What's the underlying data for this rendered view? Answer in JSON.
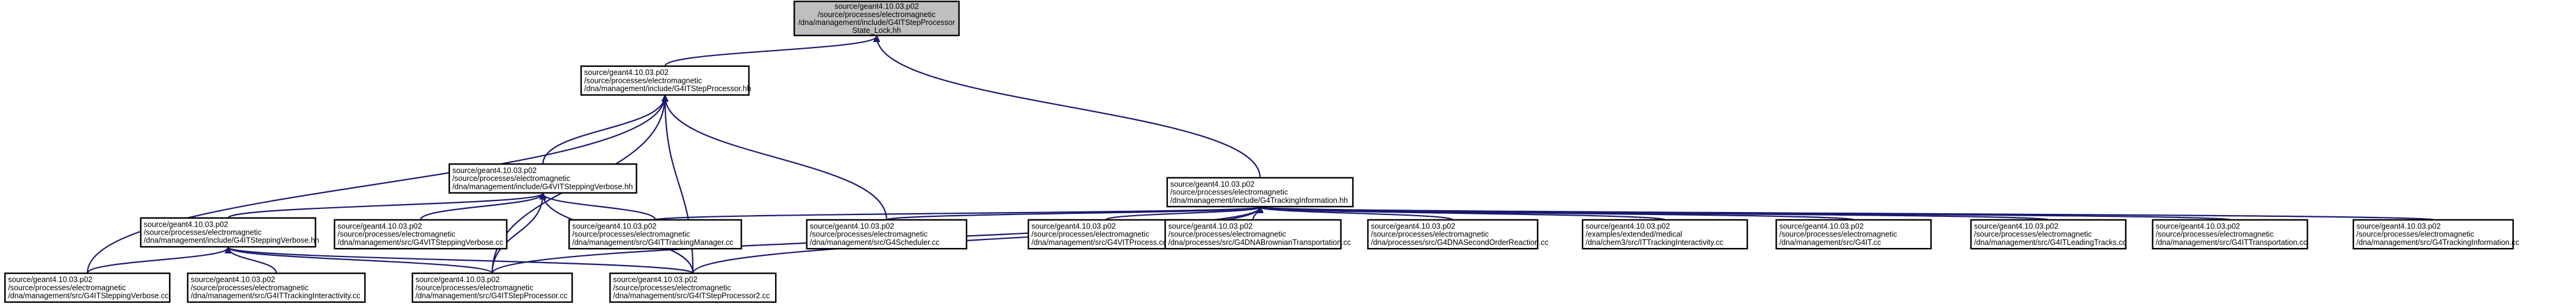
{
  "graph": {
    "title": "",
    "edge_color": "#191970",
    "root_fill": "#bfbfbf",
    "node_fill": "#ffffff",
    "nodes": [
      {
        "id": "stale_lock",
        "root": true,
        "lines": [
          "source/geant4.10.03.p02",
          "/source/processes/electromagnetic",
          "/dna/management/include/G4ITStepProcessor",
          "State_Lock.hh"
        ]
      },
      {
        "id": "stepprocessor_hh",
        "lines": [
          "source/geant4.10.03.p02",
          "/source/processes/electromagnetic",
          "/dna/management/include/G4ITStepProcessor.hh"
        ]
      },
      {
        "id": "trackinginfo_hh",
        "lines": [
          "source/geant4.10.03.p02",
          "/source/processes/electromagnetic",
          "/dna/management/include/G4TrackingInformation.hh"
        ]
      },
      {
        "id": "vitstepping_hh",
        "lines": [
          "source/geant4.10.03.p02",
          "/source/processes/electromagnetic",
          "/dna/management/include/G4VITSteppingVerbose.hh"
        ]
      },
      {
        "id": "itsteppingverbose_hh",
        "lines": [
          "source/geant4.10.03.p02",
          "/source/processes/electromagnetic",
          "/dna/management/include/G4ITSteppingVerbose.hh"
        ]
      },
      {
        "id": "vitstepping_cc",
        "lines": [
          "source/geant4.10.03.p02",
          "/source/processes/electromagnetic",
          "/dna/management/src/G4VITSteppingVerbose.cc"
        ]
      },
      {
        "id": "trackingmanager_cc",
        "lines": [
          "source/geant4.10.03.p02",
          "/source/processes/electromagnetic",
          "/dna/management/src/G4ITTrackingManager.cc"
        ]
      },
      {
        "id": "scheduler_cc",
        "lines": [
          "source/geant4.10.03.p02",
          "/source/processes/electromagnetic",
          "/dna/management/src/G4Scheduler.cc"
        ]
      },
      {
        "id": "itprocess_cc",
        "lines": [
          "source/geant4.10.03.p02",
          "/source/processes/electromagnetic",
          "/dna/management/src/G4VITProcess.cc"
        ]
      },
      {
        "id": "brownian_cc",
        "lines": [
          "source/geant4.10.03.p02",
          "/source/processes/electromagnetic",
          "/dna/processes/src/G4DNABrownianTransportation.cc"
        ]
      },
      {
        "id": "secondorder_cc",
        "lines": [
          "source/geant4.10.03.p02",
          "/source/processes/electromagnetic",
          "/dna/processes/src/G4DNASecondOrderReaction.cc"
        ]
      },
      {
        "id": "chem3_cc",
        "lines": [
          "source/geant4.10.03.p02",
          "/examples/extended/medical",
          "/dna/chem3/src/ITTrackingInteractivity.cc"
        ]
      },
      {
        "id": "g4it_cc",
        "lines": [
          "source/geant4.10.03.p02",
          "/source/processes/electromagnetic",
          "/dna/management/src/G4IT.cc"
        ]
      },
      {
        "id": "leadingtracks_cc",
        "lines": [
          "source/geant4.10.03.p02",
          "/source/processes/electromagnetic",
          "/dna/management/src/G4ITLeadingTracks.cc"
        ]
      },
      {
        "id": "transportation_cc",
        "lines": [
          "source/geant4.10.03.p02",
          "/source/processes/electromagnetic",
          "/dna/management/src/G4ITTransportation.cc"
        ]
      },
      {
        "id": "trackinginfo_cc",
        "lines": [
          "source/geant4.10.03.p02",
          "/source/processes/electromagnetic",
          "/dna/management/src/G4TrackingInformation.cc"
        ]
      },
      {
        "id": "itsteppingverbose_cc",
        "lines": [
          "source/geant4.10.03.p02",
          "/source/processes/electromagnetic",
          "/dna/management/src/G4ITSteppingVerbose.cc"
        ]
      },
      {
        "id": "trackinginteractivity_cc",
        "lines": [
          "source/geant4.10.03.p02",
          "/source/processes/electromagnetic",
          "/dna/management/src/G4ITTrackingInteractivity.cc"
        ]
      },
      {
        "id": "stepprocessor_cc",
        "lines": [
          "source/geant4.10.03.p02",
          "/source/processes/electromagnetic",
          "/dna/management/src/G4ITStepProcessor.cc"
        ]
      },
      {
        "id": "stepprocessor2_cc",
        "lines": [
          "source/geant4.10.03.p02",
          "/source/processes/electromagnetic",
          "/dna/management/src/G4ITStepProcessor2.cc"
        ]
      }
    ],
    "edges": [
      {
        "from": "stepprocessor_hh",
        "to": "stale_lock"
      },
      {
        "from": "trackinginfo_hh",
        "to": "stale_lock"
      },
      {
        "from": "vitstepping_hh",
        "to": "stepprocessor_hh"
      },
      {
        "from": "scheduler_cc",
        "to": "stepprocessor_hh"
      },
      {
        "from": "stepprocessor2_cc",
        "to": "stepprocessor_hh"
      },
      {
        "from": "stepprocessor_cc",
        "to": "stepprocessor_hh"
      },
      {
        "from": "itsteppingverbose_cc",
        "to": "stepprocessor_hh"
      },
      {
        "from": "itsteppingverbose_hh",
        "to": "vitstepping_hh"
      },
      {
        "from": "vitstepping_cc",
        "to": "vitstepping_hh"
      },
      {
        "from": "trackingmanager_cc",
        "to": "vitstepping_hh"
      },
      {
        "from": "stepprocessor_cc",
        "to": "vitstepping_hh"
      },
      {
        "from": "stepprocessor2_cc",
        "to": "vitstepping_hh"
      },
      {
        "from": "itsteppingverbose_cc",
        "to": "itsteppingverbose_hh"
      },
      {
        "from": "trackinginteractivity_cc",
        "to": "itsteppingverbose_hh"
      },
      {
        "from": "stepprocessor_cc",
        "to": "itsteppingverbose_hh"
      },
      {
        "from": "stepprocessor2_cc",
        "to": "itsteppingverbose_hh"
      },
      {
        "from": "trackingmanager_cc",
        "to": "trackinginfo_hh"
      },
      {
        "from": "scheduler_cc",
        "to": "trackinginfo_hh"
      },
      {
        "from": "itprocess_cc",
        "to": "trackinginfo_hh"
      },
      {
        "from": "brownian_cc",
        "to": "trackinginfo_hh"
      },
      {
        "from": "secondorder_cc",
        "to": "trackinginfo_hh"
      },
      {
        "from": "chem3_cc",
        "to": "trackinginfo_hh"
      },
      {
        "from": "g4it_cc",
        "to": "trackinginfo_hh"
      },
      {
        "from": "leadingtracks_cc",
        "to": "trackinginfo_hh"
      },
      {
        "from": "transportation_cc",
        "to": "trackinginfo_hh"
      },
      {
        "from": "trackinginfo_cc",
        "to": "trackinginfo_hh"
      },
      {
        "from": "stepprocessor_cc",
        "to": "trackinginfo_hh"
      },
      {
        "from": "stepprocessor2_cc",
        "to": "trackinginfo_hh"
      }
    ]
  }
}
